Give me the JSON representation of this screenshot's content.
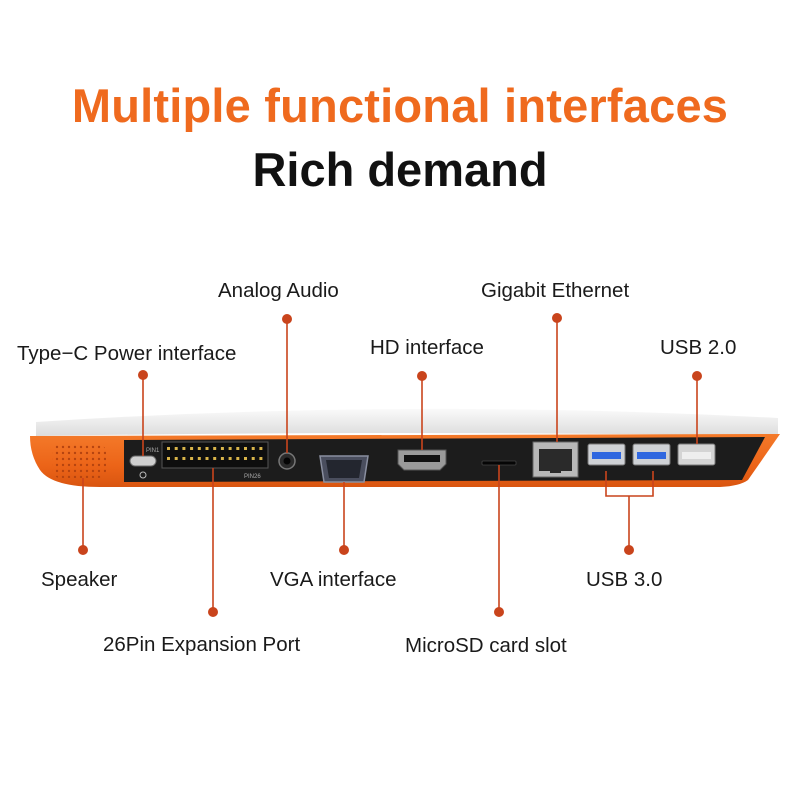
{
  "title": "Multiple functional interfaces",
  "subtitle": "Rich demand",
  "colors": {
    "accent": "#ef6a1e",
    "leader": "#c9441c",
    "shell": "#ee6a1c",
    "panel": "#1b1b1b"
  },
  "labels": {
    "analog_audio": "Analog Audio",
    "gigabit_ethernet": "Gigabit Ethernet",
    "type_c_power": "Type−C Power interface",
    "hd_interface": "HD interface",
    "usb20": "USB 2.0",
    "speaker": "Speaker",
    "vga": "VGA interface",
    "usb30": "USB 3.0",
    "expansion_port": "26Pin Expansion Port",
    "microsd": "MicroSD card slot"
  },
  "device_marks": {
    "pin1": "PIN1",
    "pin26": "PIN26"
  }
}
